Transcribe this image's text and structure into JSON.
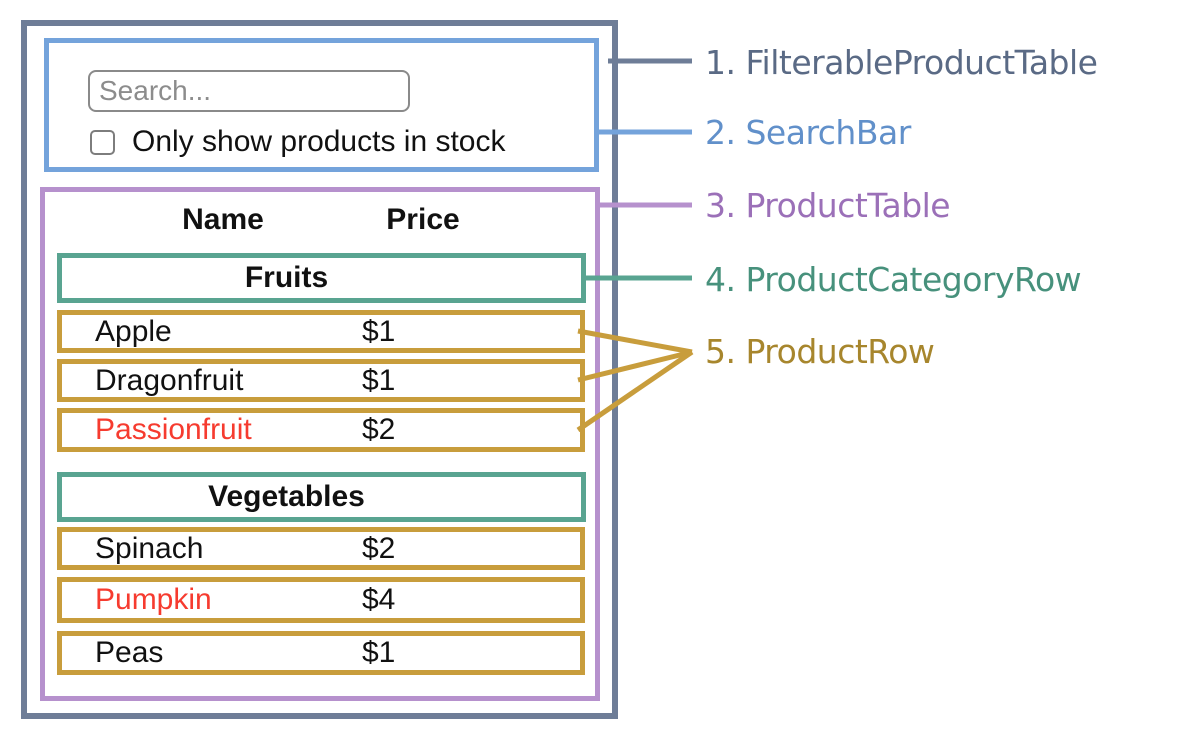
{
  "search_bar": {
    "placeholder": "Search...",
    "checkbox_label": "Only show products in stock"
  },
  "product_table": {
    "headers": {
      "name": "Name",
      "price": "Price"
    },
    "sections": [
      {
        "category": "Fruits",
        "rows": [
          {
            "name": "Apple",
            "price": "$1",
            "name_color": "#111111"
          },
          {
            "name": "Dragonfruit",
            "price": "$1",
            "name_color": "#111111"
          },
          {
            "name": "Passionfruit",
            "price": "$2",
            "name_color": "#f63b2f"
          }
        ]
      },
      {
        "category": "Vegetables",
        "rows": [
          {
            "name": "Spinach",
            "price": "$2",
            "name_color": "#111111"
          },
          {
            "name": "Pumpkin",
            "price": "$4",
            "name_color": "#f63b2f"
          },
          {
            "name": "Peas",
            "price": "$1",
            "name_color": "#111111"
          }
        ]
      }
    ]
  },
  "legend": {
    "items": [
      {
        "text": "1. FilterableProductTable",
        "color": "#5a6a85"
      },
      {
        "text": "2. SearchBar",
        "color": "#6190ca"
      },
      {
        "text": "3. ProductTable",
        "color": "#9b70b8"
      },
      {
        "text": "4. ProductCategoryRow",
        "color": "#47917c"
      },
      {
        "text": "5. ProductRow",
        "color": "#a7862d"
      }
    ]
  },
  "colors": {
    "filterable_product_table_border": "#6e7d97",
    "search_bar_border": "#74a3db",
    "product_table_border": "#b691cd",
    "product_category_row_border": "#59a491",
    "product_row_border": "#c89d3c",
    "out_of_stock_text": "#f63b2f",
    "background": "#ffffff"
  }
}
